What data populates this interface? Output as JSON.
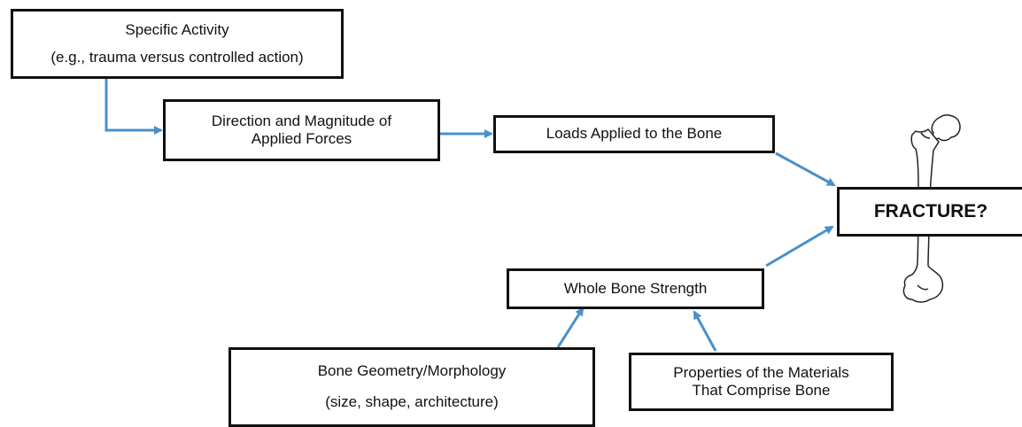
{
  "boxes": {
    "activity": {
      "line1": "Specific  Activity",
      "line2": "(e.g., trauma versus controlled action)"
    },
    "forces": {
      "line1": "Direction and Magnitude of",
      "line2": "Applied Forces"
    },
    "loads": {
      "label": "Loads Applied to the Bone"
    },
    "fracture": {
      "label": "FRACTURE?"
    },
    "strength": {
      "label": "Whole Bone Strength"
    },
    "geometry": {
      "line1": "Bone Geometry/Morphology",
      "line2": "(size, shape, architecture)"
    },
    "materials": {
      "line1": "Properties of the Materials",
      "line2": "That Comprise Bone"
    }
  },
  "colors": {
    "arrow": "#4a90c8",
    "border": "#111111"
  },
  "icons": {
    "bone": "femur-bone-icon"
  }
}
